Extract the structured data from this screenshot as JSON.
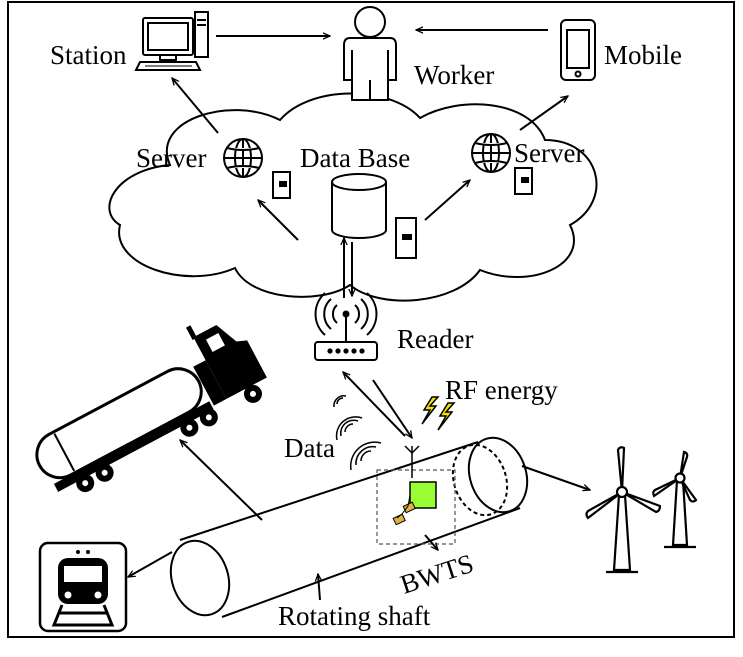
{
  "labels": {
    "station": "Station",
    "worker": "Worker",
    "mobile": "Mobile",
    "server_left": "Server",
    "server_right": "Server",
    "database": "Data Base",
    "reader": "Reader",
    "rf_energy": "RF energy",
    "data": "Data",
    "bwts": "BWTS",
    "rotating_shaft": "Rotating shaft"
  },
  "colors": {
    "stroke": "#000000",
    "sensor": "#99ff33",
    "component": "#e0b040",
    "lightning_fill": "#f6e000"
  },
  "icons": [
    "desktop-computer-icon",
    "worker-icon",
    "mobile-phone-icon",
    "globe-icon",
    "server-tower-icon",
    "database-icon",
    "router-icon",
    "lightning-icon",
    "wifi-wave-icon",
    "tanker-truck-icon",
    "train-icon",
    "wind-turbine-icon"
  ]
}
